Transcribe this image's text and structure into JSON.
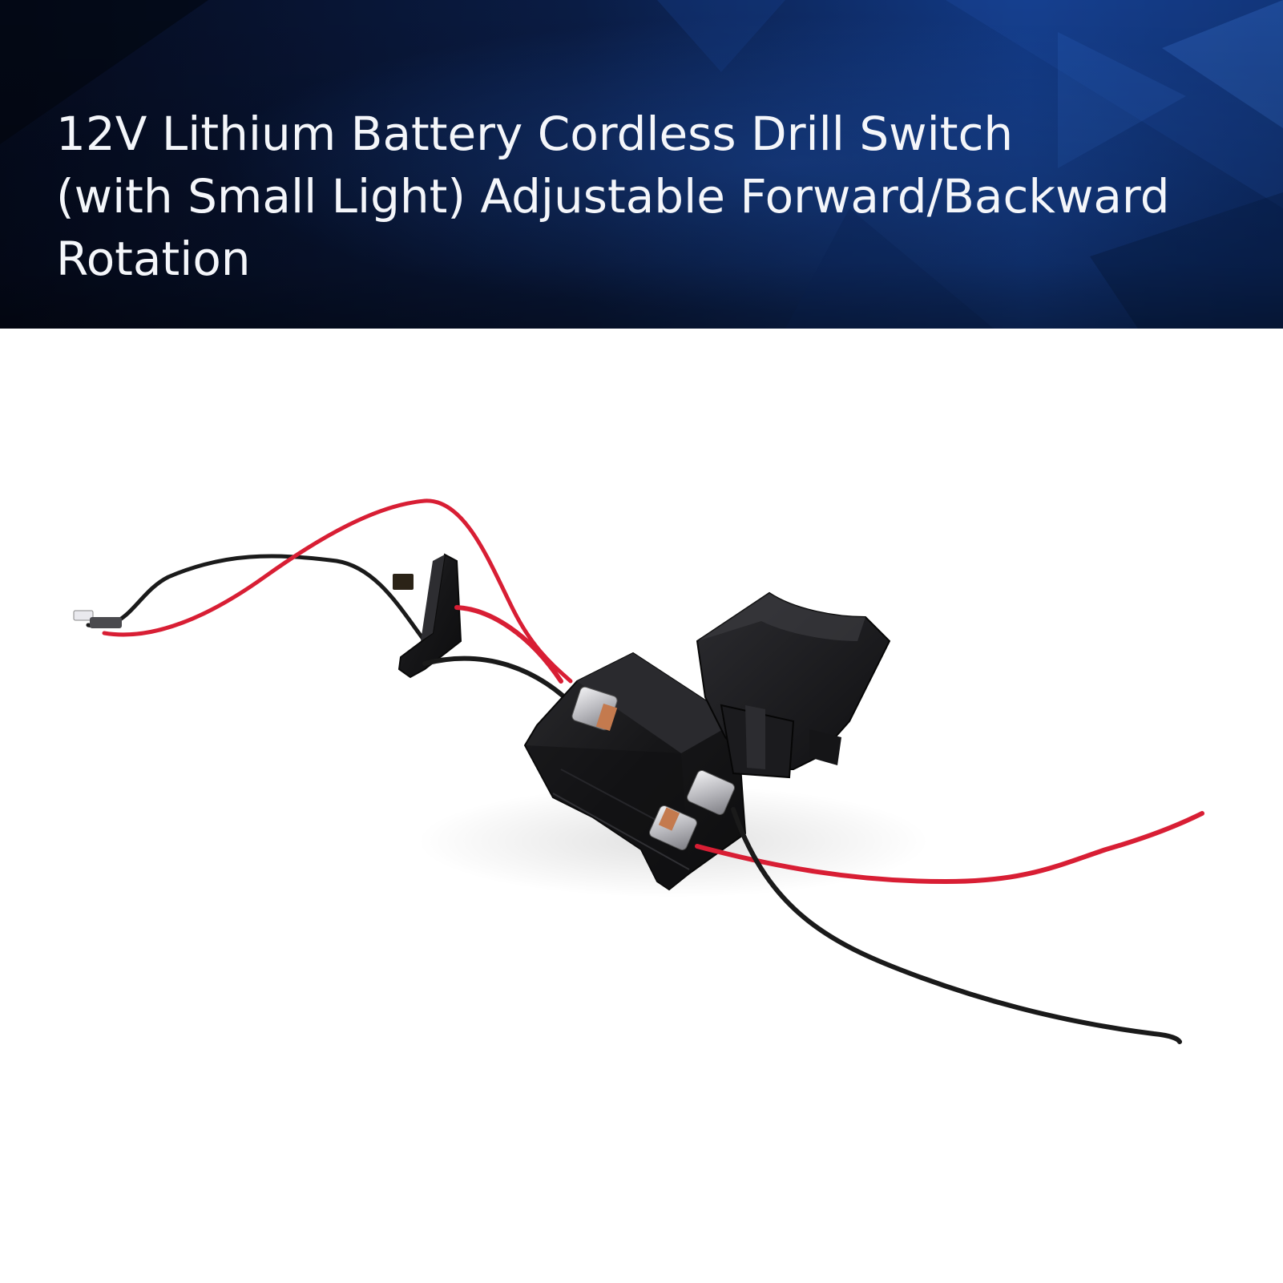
{
  "banner": {
    "title_lines": [
      "12V Lithium Battery Cordless Drill Switch",
      "(with Small Light) Adjustable Forward/Backward",
      "Rotation"
    ],
    "background_color": "#0a1a3c",
    "accent_color": "#1e4fa8",
    "text_color": "#f4f6fa"
  },
  "product": {
    "body_color": "#1c1c1e",
    "wire_red": "#d81e34",
    "wire_black": "#1a1a1a",
    "terminal_color": "#c9c9cc",
    "copper_color": "#c47a4e"
  }
}
